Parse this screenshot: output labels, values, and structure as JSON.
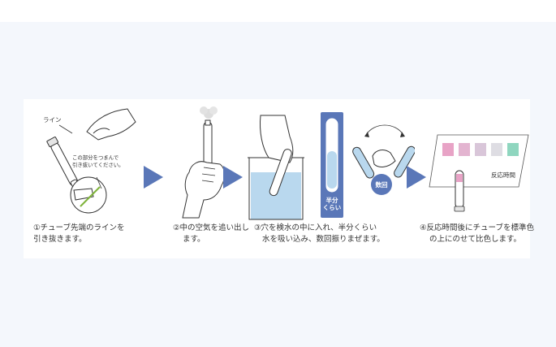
{
  "step1": {
    "label_line": "ライン",
    "note_line1": "この部分をつまんで",
    "note_line2": "引き抜いてください。",
    "caption_line1": "①チューブ先端のラインを",
    "caption_line2": "引き抜きます。"
  },
  "step2": {
    "caption_line1": "②中の空気を追い出し",
    "caption_line2": "ます。"
  },
  "step3": {
    "half_label_line1": "半分",
    "half_label_line2": "くらい",
    "caption_line1": "③穴を検水の中に入れ、半分くらい",
    "caption_line2": "水を吸い込み、数回振りまぜます。"
  },
  "step3b": {
    "badge_label": "数回"
  },
  "step4": {
    "reaction_time_label": "反応時間",
    "caption_line1": "④反応時間後にチューブを標準色",
    "caption_line2": "の上にのせて比色します。",
    "swatch_colors": [
      "#e8a3c6",
      "#e3b4d0",
      "#d9c6d9",
      "#dedde3",
      "#8fd6bf"
    ]
  },
  "colors": {
    "arrow": "#5a77b8",
    "water": "#b9d8ee",
    "half_marker": "#5a77b8"
  }
}
